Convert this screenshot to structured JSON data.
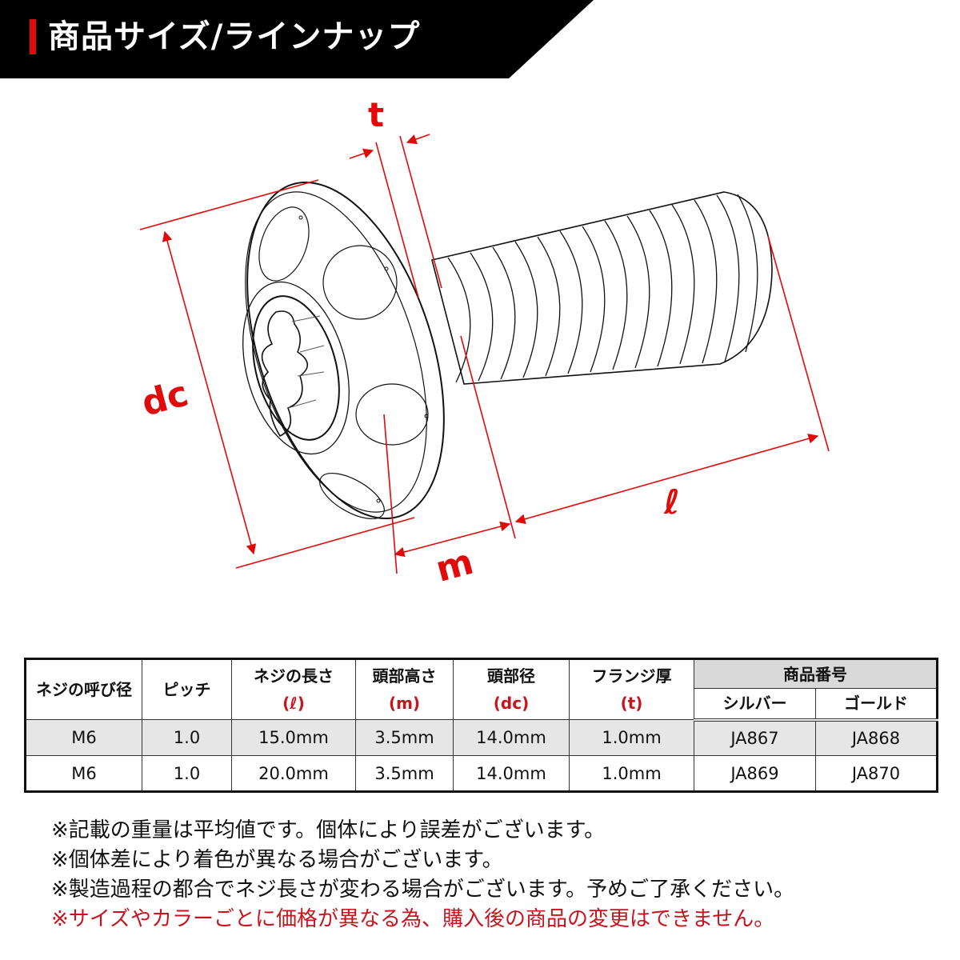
{
  "header": {
    "title": "商品サイズ/ラインナップ",
    "background_color": "#000000",
    "accent_color": "#e00a0a"
  },
  "diagram": {
    "subject": "flanged torx button-head bolt (isometric line drawing)",
    "dimension_color": "#e00a0a",
    "labels": {
      "flange_thickness": "t",
      "head_diameter": "dc",
      "head_height": "m",
      "thread_length": "ℓ"
    }
  },
  "table": {
    "headers": {
      "nominal": "ネジの呼び径",
      "pitch": "ピッチ",
      "length": "ネジの長さ",
      "length_symbol": "(ℓ)",
      "head_height": "頭部高さ",
      "head_height_symbol": "(m)",
      "head_diameter": "頭部径",
      "head_diameter_symbol": "(dc)",
      "flange_thickness": "フランジ厚",
      "flange_thickness_symbol": "(t)",
      "product_number": "商品番号",
      "silver": "シルバー",
      "gold": "ゴールド"
    },
    "rows": [
      {
        "nominal": "M6",
        "pitch": "1.0",
        "length": "15.0mm",
        "head_height": "3.5mm",
        "head_diameter": "14.0mm",
        "flange_thickness": "1.0mm",
        "silver": "JA867",
        "gold": "JA868"
      },
      {
        "nominal": "M6",
        "pitch": "1.0",
        "length": "20.0mm",
        "head_height": "3.5mm",
        "head_diameter": "14.0mm",
        "flange_thickness": "1.0mm",
        "silver": "JA869",
        "gold": "JA870"
      }
    ]
  },
  "notes": [
    {
      "text": "※記載の重量は平均値です。個体により誤差がございます。",
      "color": "#111111"
    },
    {
      "text": "※個体差により着色が異なる場合がございます。",
      "color": "#111111"
    },
    {
      "text": "※製造過程の都合でネジ長さが変わる場合がございます。予めご了承ください。",
      "color": "#111111"
    },
    {
      "text": "※サイズやカラーごとに価格が異なる為、購入後の商品の変更はできません。",
      "color": "#c8141e"
    }
  ]
}
